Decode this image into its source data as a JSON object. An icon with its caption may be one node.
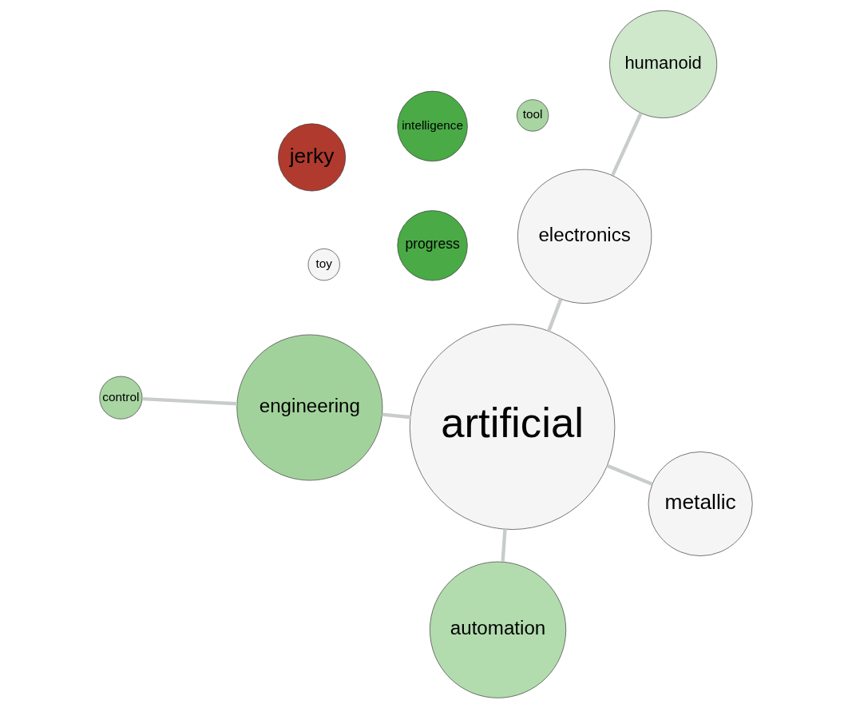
{
  "diagram": {
    "nodes": [
      {
        "text": [
          "toy"
        ]
      },
      {
        "text": [
          "tool"
        ]
      },
      {
        "text": [
          "progress"
        ]
      },
      {
        "text": [
          "artificial"
        ]
      },
      {
        "text": [
          "metallic"
        ]
      },
      {
        "text": [
          "automation"
        ]
      },
      {
        "text": [
          "jerky"
        ]
      },
      {
        "text": [
          "control"
        ]
      },
      {
        "text": [
          "intelligence"
        ]
      },
      {
        "text": [
          "electronics"
        ]
      },
      {
        "text": [
          "humanoid"
        ]
      },
      {
        "text": [
          "engineering"
        ]
      }
    ],
    "edges": [
      {
        "from": 3,
        "to": 4,
        "arrow": "none"
      },
      {
        "from": 3,
        "to": 11,
        "arrow": "none"
      },
      {
        "from": 3,
        "to": 9,
        "arrow": "none"
      },
      {
        "from": 3,
        "to": 5,
        "arrow": "none"
      },
      {
        "from": 7,
        "to": 11,
        "arrow": "none"
      },
      {
        "from": 9,
        "to": 10,
        "arrow": "none"
      }
    ]
  }
}
